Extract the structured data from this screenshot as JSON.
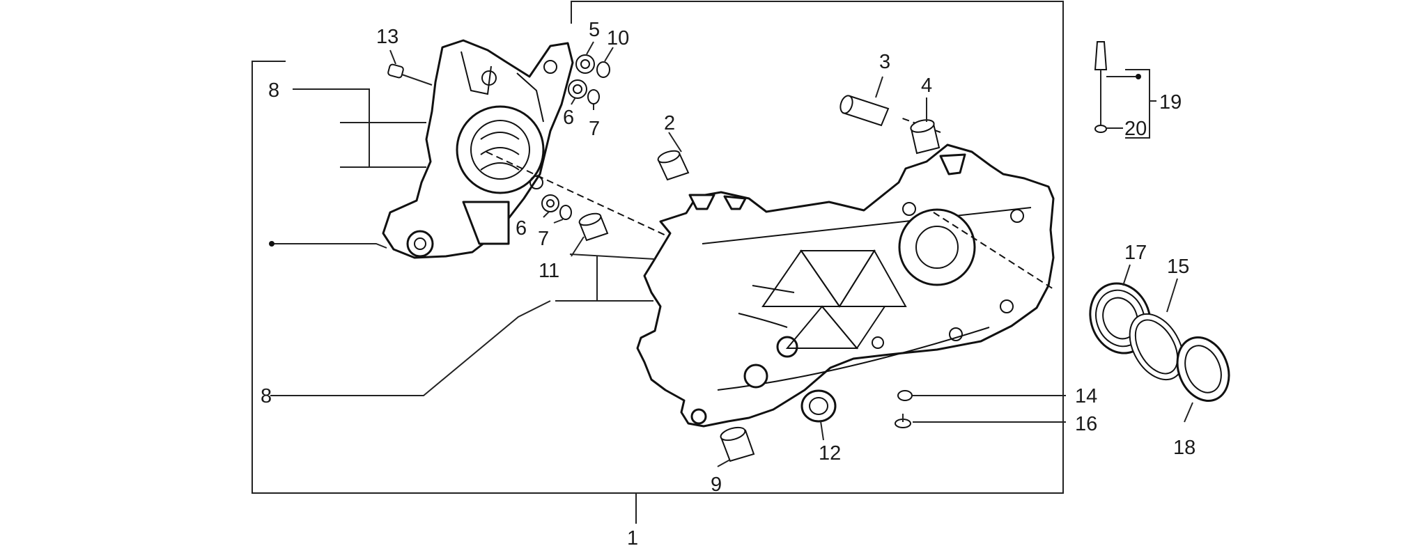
{
  "callouts": {
    "c1": "1",
    "c2": "2",
    "c3": "3",
    "c4": "4",
    "c5": "5",
    "c6a": "6",
    "c6b": "6",
    "c7a": "7",
    "c7b": "7",
    "c8a": "8",
    "c8b": "8",
    "c9": "9",
    "c10": "10",
    "c11": "11",
    "c12": "12",
    "c13": "13",
    "c14": "14",
    "c15": "15",
    "c16": "16",
    "c17": "17",
    "c18": "18",
    "c19": "19",
    "c20": "20"
  }
}
